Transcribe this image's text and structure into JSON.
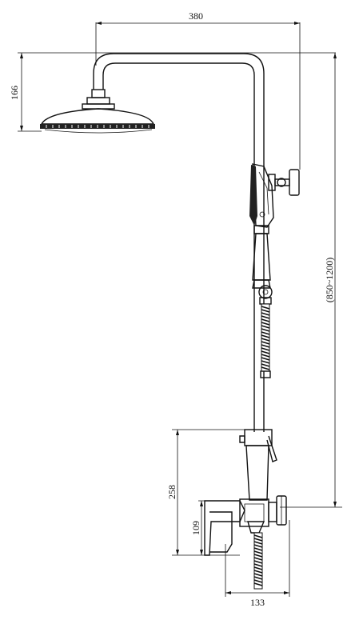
{
  "dimensions": {
    "arm_width": "380",
    "head_height": "166",
    "riser_height": "(850~1200)",
    "mixer_height": "258",
    "spout_height": "109",
    "base_width": "133"
  },
  "colors": {
    "line": "#111111",
    "background": "#ffffff"
  }
}
